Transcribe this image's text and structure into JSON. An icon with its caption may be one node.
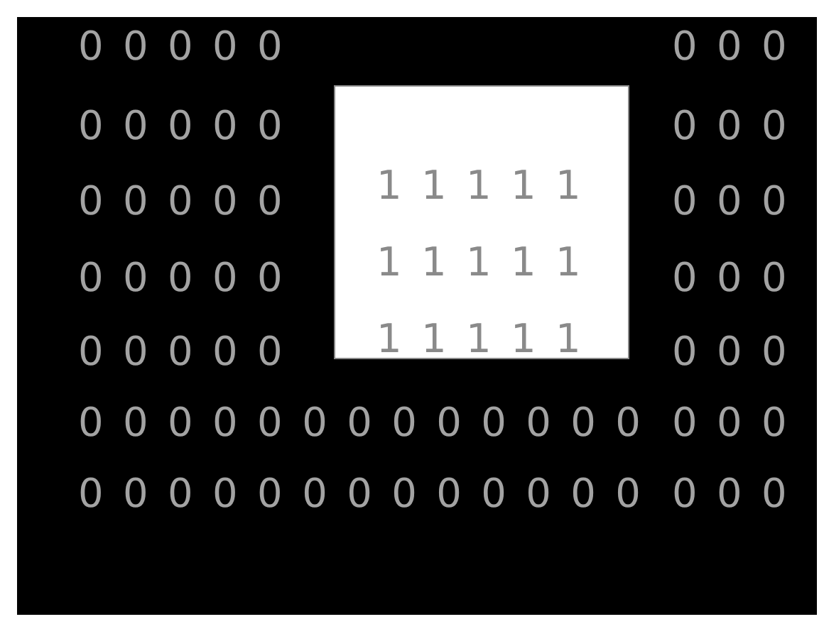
{
  "diagram": {
    "nodes": [
      {
        "text": [
          "1 1 1 1 1",
          "1 1 1 1 1",
          "1 1 1 1 1"
        ]
      }
    ],
    "labels": [
      "0 0 0 0 0",
      "0 0 0",
      "0 0 0 0 0",
      "0 0 0",
      "0 0 0 0 0",
      "0 0 0",
      "0 0 0 0 0",
      "0 0 0",
      "0 0 0 0 0",
      "0 0 0",
      "0 0 0 0 0 0 0 0 0 0 0 0 0",
      "0 0 0",
      "0 0 0 0 0 0 0 0 0 0 0 0 0",
      "0 0 0"
    ]
  }
}
